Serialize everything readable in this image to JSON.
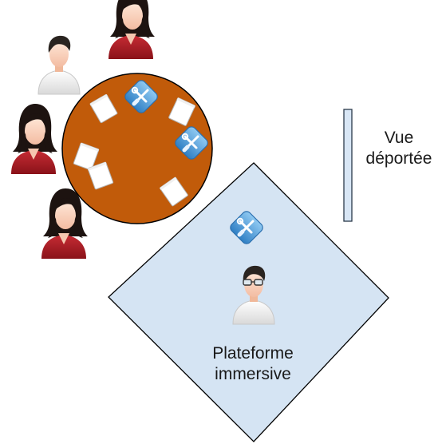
{
  "diagram": {
    "remote_view_label_line1": "Vue",
    "remote_view_label_line2": "déportée",
    "immersive_platform_label_line1": "Plateforme",
    "immersive_platform_label_line2": "immersive"
  },
  "colors": {
    "table_fill": "#c15b0a",
    "platform_fill": "#d5e4f3",
    "screen_fill": "#d8e6f5",
    "tool_icon_fill": "#5aa6e0",
    "woman_jacket": "#b01c24",
    "man_shirt": "#f2f2f2"
  },
  "icons": {
    "women": "woman-avatar-icon",
    "man": "man-avatar-icon",
    "immersive_user": "man-with-glasses-avatar-icon",
    "tool": "tools-badge-icon",
    "document": "paper-sheet-icon"
  }
}
